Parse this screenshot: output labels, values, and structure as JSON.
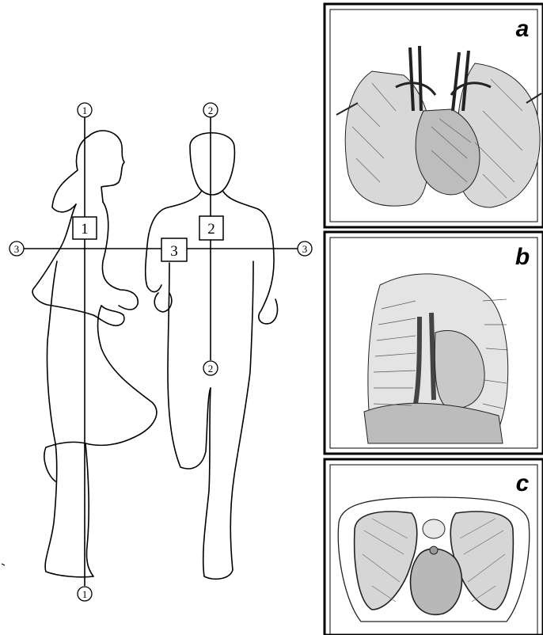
{
  "planes": {
    "sagittal": {
      "label": "1",
      "top_marker": "1",
      "bottom_marker": "1",
      "box": "1"
    },
    "frontal": {
      "label": "2",
      "top_marker": "2",
      "bottom_marker": "2",
      "box": "2"
    },
    "transverse": {
      "label": "3",
      "left_marker": "3",
      "right_marker": "3",
      "box": "3"
    }
  },
  "panels": [
    {
      "letter": "a",
      "content": "lungs-and-heart-illustration"
    },
    {
      "letter": "b",
      "content": "mediastinum-sagittal-illustration"
    },
    {
      "letter": "c",
      "content": "thorax-transverse-section-illustration"
    }
  ],
  "colors": {
    "line": "#000000",
    "background": "#ffffff",
    "hatch": "#333333"
  }
}
